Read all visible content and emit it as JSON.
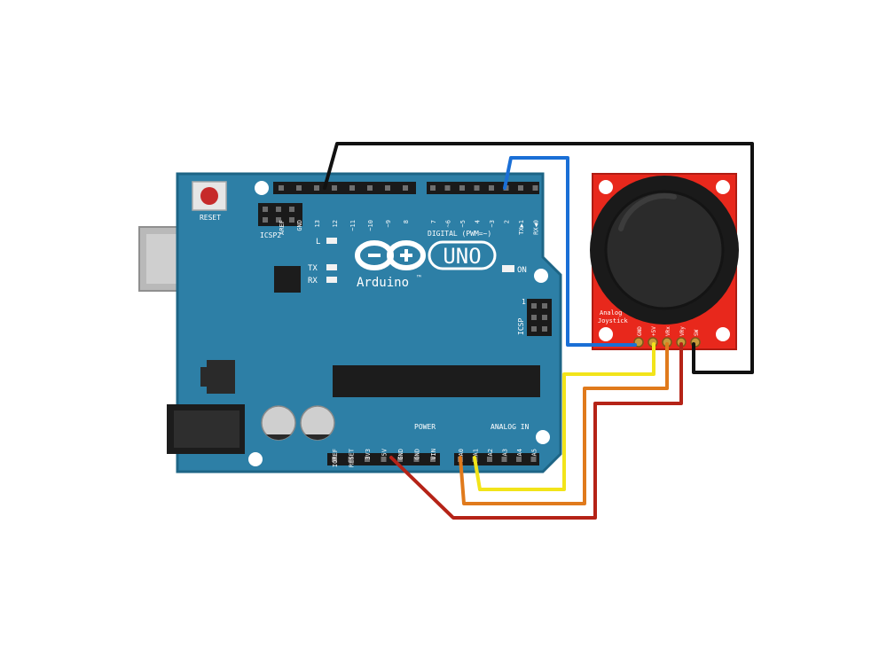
{
  "board": {
    "brand_label": "Arduino",
    "model_label": "UNO",
    "tm_mark": "™",
    "reset_label": "RESET",
    "icsp2_label": "ICSP2",
    "icsp_label": "ICSP",
    "icsp_pin_mark": "1",
    "led_l_label": "L",
    "led_tx_label": "TX",
    "led_rx_label": "RX",
    "led_on_label": "ON",
    "digital_header_label": "DIGITAL (PWM=~)",
    "power_header_label": "POWER",
    "analog_header_label": "ANALOG IN",
    "digital_pins_left": [
      "AREF",
      "GND",
      "13",
      "12",
      "~11",
      "~10",
      "~9",
      "8"
    ],
    "digital_pins_right": [
      "7",
      "~6",
      "~5",
      "4",
      "~3",
      "2",
      "TX▶1",
      "RX◀0"
    ],
    "power_pins": [
      "IOREF",
      "RESET",
      "3V3",
      "5V",
      "GND",
      "GND",
      "VIN"
    ],
    "analog_pins": [
      "A0",
      "A1",
      "A2",
      "A3",
      "A4",
      "A5"
    ]
  },
  "joystick_module": {
    "title_line1": "Analog",
    "title_line2": "Joystick",
    "pins": [
      "GND",
      "+5V",
      "VRx",
      "VRy",
      "SW"
    ]
  },
  "colors": {
    "board": "#2d7fa6",
    "board_edge": "#1d6586",
    "module": "#e8281c",
    "wire_black": "#111111",
    "wire_blue": "#1a6fd6",
    "wire_yellow": "#f2e41a",
    "wire_orange": "#e07a1c",
    "wire_red": "#b52317"
  }
}
